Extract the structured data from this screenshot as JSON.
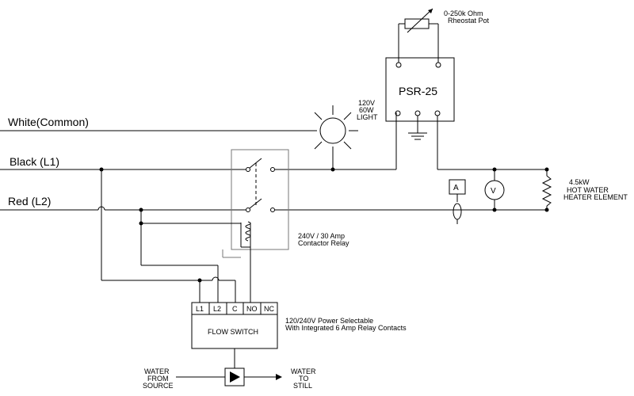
{
  "lines": {
    "white": "White(Common)",
    "black": "Black (L1)",
    "red": "Red (L2)"
  },
  "ssr": {
    "label": "PSR-25"
  },
  "pot": {
    "line1": "0-250k Ohm",
    "line2": "Rheostat Pot"
  },
  "lamp": {
    "line1": "120V",
    "line2": "60W",
    "line3": "LIGHT"
  },
  "contactor": {
    "line1": "240V / 30 Amp",
    "line2": "Contactor Relay"
  },
  "heater": {
    "line1": "4.5kW",
    "line2": "HOT WATER",
    "line3": "HEATER ELEMENT"
  },
  "ammeter": {
    "symbol": "A"
  },
  "voltmeter": {
    "symbol": "V"
  },
  "flow_switch": {
    "terminals": [
      "L1",
      "L2",
      "C",
      "NO",
      "NC"
    ],
    "label": "FLOW SWITCH",
    "note1": "120/240V Power Selectable",
    "note2": "With Integrated 6 Amp Relay Contacts"
  },
  "water": {
    "from1": "WATER",
    "from2": "FROM",
    "from3": "SOURCE",
    "to1": "WATER",
    "to2": "TO",
    "to3": "STILL"
  }
}
